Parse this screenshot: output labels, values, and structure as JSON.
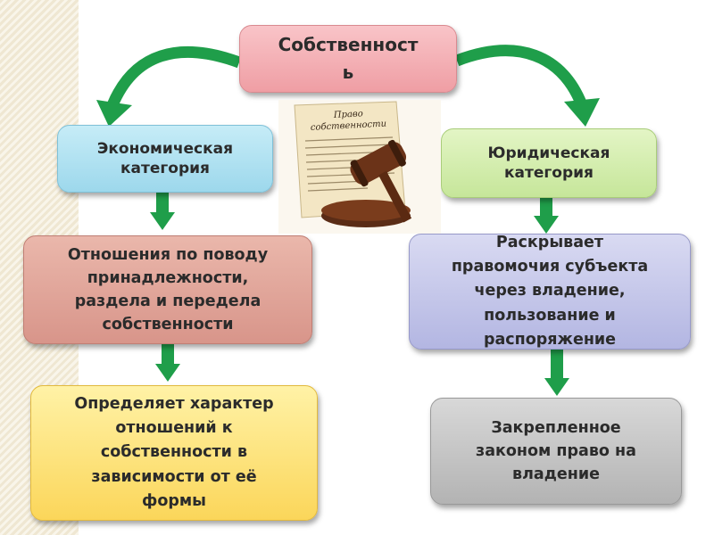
{
  "boxes": {
    "title": "Собственност\nь",
    "economic": "Экономическая\nкатегория",
    "legal": "Юридическая\nкатегория",
    "relations": "Отношения по поводу\nпринадлежности,\nраздела и передела\nсобственности",
    "powers": "Раскрывает\nправомочия субъекта\nчерез владение,\nпользование и\nраспоряжение",
    "defines": "Определяет характер\nотношений к\nсобственности в\nзависимости от её\nформы",
    "fixed": "Закрепленное\nзаконом право на\nвладение"
  },
  "picture": {
    "heading_line1": "Право",
    "heading_line2": "собственности"
  },
  "colors": {
    "arrow_green": "#1f9e4a",
    "title_box": "#f4aeb3",
    "economic_box": "#b3e2f2",
    "legal_box": "#d4ecae",
    "relations_box": "#e0a59a",
    "powers_box": "#c5c7ea",
    "defines_box": "#fde27a",
    "fixed_box": "#c4c4c4"
  }
}
